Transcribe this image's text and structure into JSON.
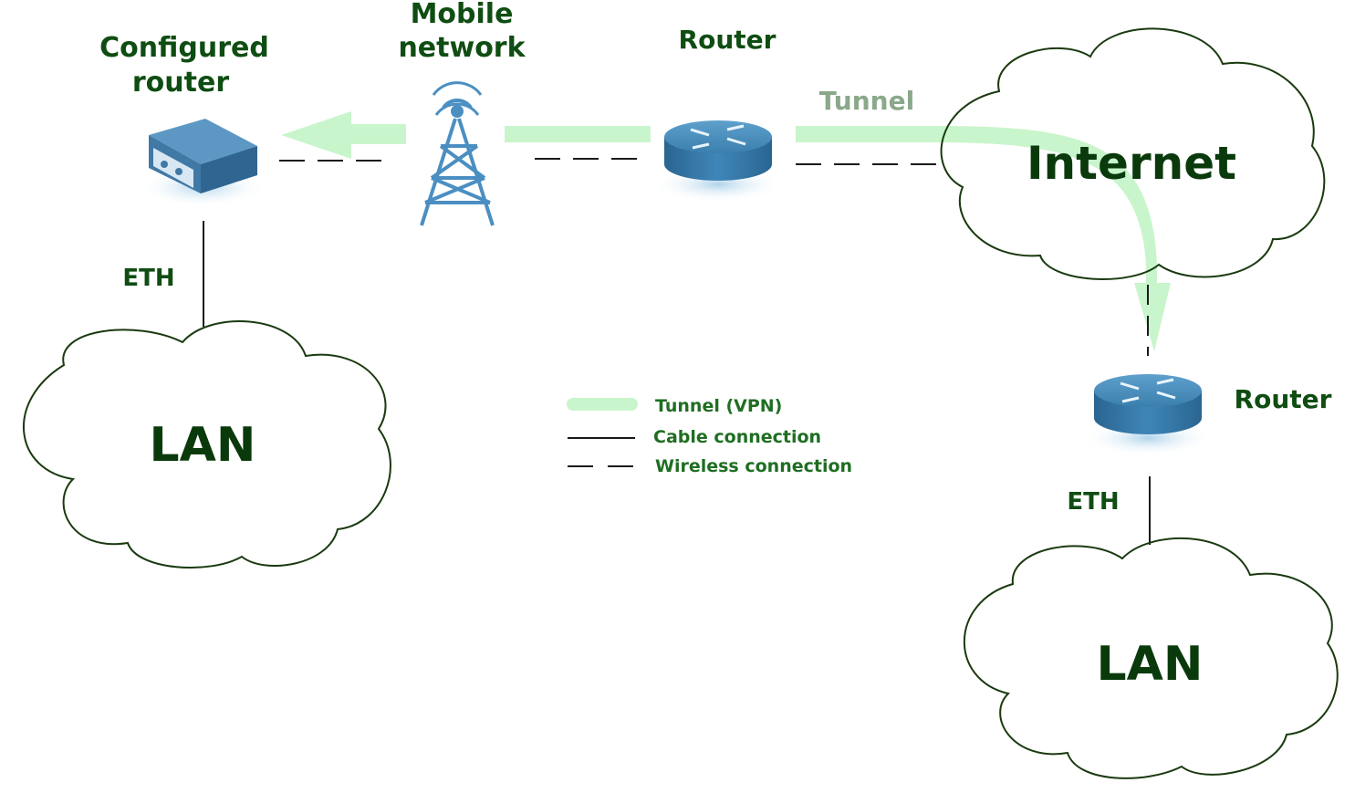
{
  "nodes": {
    "configured_router": {
      "line1": "Configured",
      "line2": "router"
    },
    "mobile_network": {
      "line1": "Mobile",
      "line2": "network"
    },
    "router_top": {
      "label": "Router"
    },
    "router_right": {
      "label": "Router"
    },
    "internet": {
      "label": "Internet"
    },
    "lan_left": {
      "label": "LAN"
    },
    "lan_right": {
      "label": "LAN"
    },
    "eth_left": {
      "label": "ETH"
    },
    "eth_right": {
      "label": "ETH"
    },
    "tunnel": {
      "label": "Tunnel"
    }
  },
  "legend": {
    "tunnel": "Tunnel (VPN)",
    "cable": "Cable connection",
    "wireless": "Wireless connection"
  },
  "colors": {
    "label_text": "#0f4d12",
    "tunnel_arrow": "#c9f5cc",
    "cloud_stroke": "#1a3a10",
    "router_blue": "#3b7fae",
    "device_blue": "#4b87b6"
  }
}
